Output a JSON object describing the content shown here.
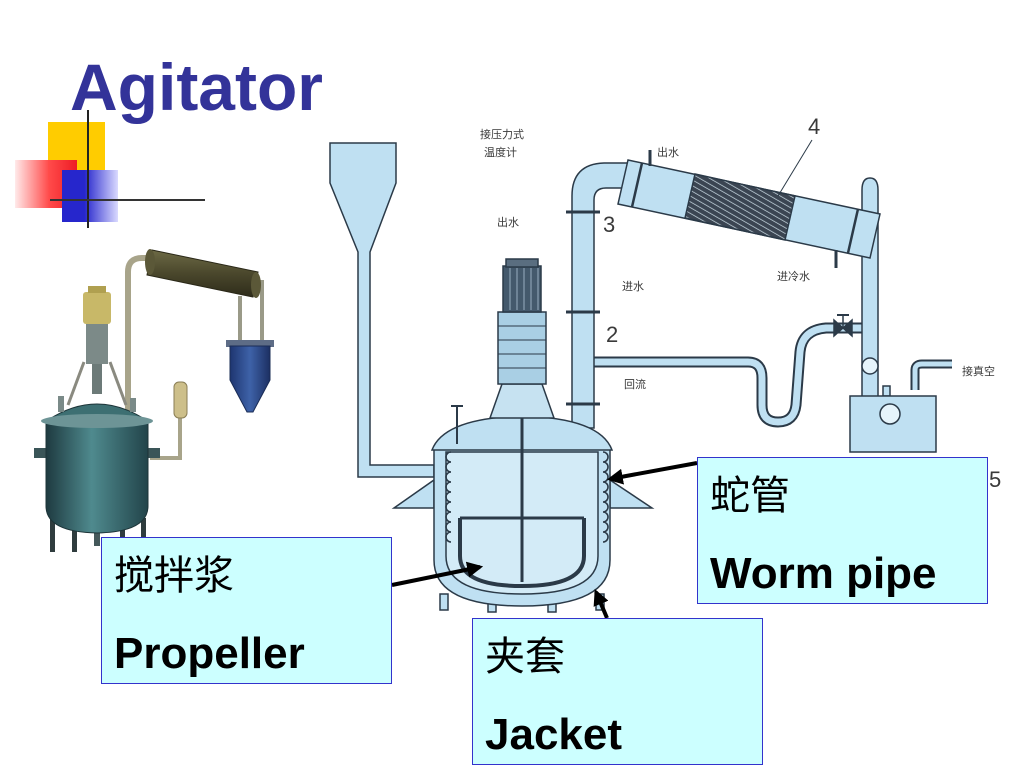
{
  "slide": {
    "title": "Agitator"
  },
  "diagram": {
    "numbers": {
      "n4": "4",
      "n3": "3",
      "n2": "2",
      "n5": "5"
    },
    "labels": {
      "thermometer_line1": "接压力式",
      "thermometer_line2": "温度计",
      "condenser_water_out": "出水",
      "column_water_out": "出水",
      "water_in": "进水",
      "cold_water_in": "进冷水",
      "reflux": "回流",
      "vacuum": "接真空"
    }
  },
  "callouts": {
    "worm_pipe": {
      "zh": "蛇管",
      "en": "Worm pipe"
    },
    "propeller": {
      "zh": "搅拌浆",
      "en": "Propeller"
    },
    "jacket": {
      "zh": "夹套",
      "en": "Jacket"
    }
  },
  "colors": {
    "title": "#333399",
    "callout_fill": "#ccffff",
    "callout_border": "#3333cc",
    "vessel_fill": "#bfe0f2",
    "line": "#2b3a48",
    "accent_yellow": "#ffcc00",
    "accent_red": "#ee1c24",
    "accent_blue": "#2626cc"
  }
}
